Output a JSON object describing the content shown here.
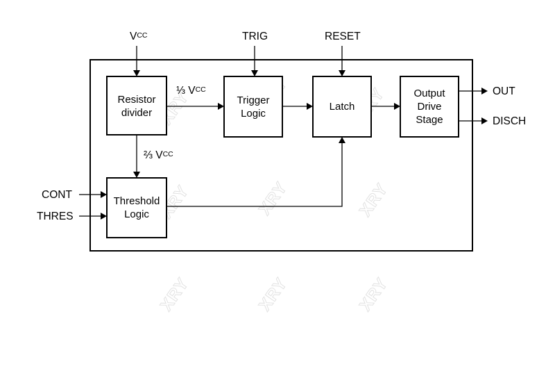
{
  "blocks": {
    "resistor_divider": [
      "Resistor",
      "divider"
    ],
    "trigger_logic": [
      "Trigger",
      "Logic"
    ],
    "latch": [
      "Latch"
    ],
    "output_drive_stage": [
      "Output",
      "Drive",
      "Stage"
    ],
    "threshold_logic": [
      "Threshold",
      "Logic"
    ]
  },
  "signals": {
    "vcc_base": "V",
    "vcc_sub": "CC",
    "trig": "TRIG",
    "reset": "RESET",
    "out": "OUT",
    "disch": "DISCH",
    "cont": "CONT",
    "thres": "THRES",
    "one_third": "⅓ V",
    "two_thirds": "⅔ V"
  },
  "watermark": "XRY"
}
